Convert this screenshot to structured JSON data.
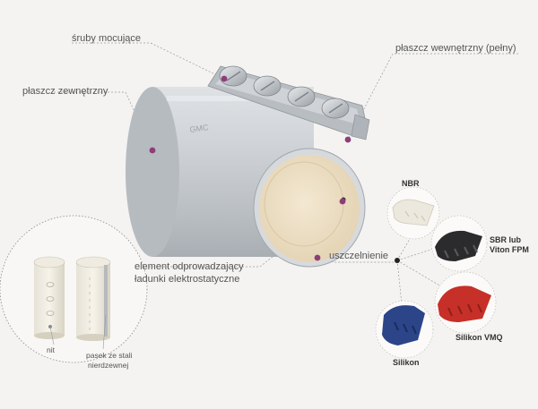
{
  "labels": {
    "screws": "śruby mocujące",
    "outer_shell": "płaszcz zewnętrzny",
    "inner_shell": "płaszcz wewnętrzny (pełny)",
    "element_line1": "element odprowadzający",
    "element_line2": "ładunki elektrostatyczne",
    "seal": "uszczelnienie",
    "rivet": "nit",
    "strip_line1": "pasek ze stali",
    "strip_line2": "nierdzewnej"
  },
  "materials": {
    "nbr": "NBR",
    "sbr_line1": "SBR lub",
    "sbr_line2": "Viton FPM",
    "silicone_vmq": "Silikon VMQ",
    "silicone": "Silikon"
  },
  "colors": {
    "marker": "#8e3d79",
    "nbr_seal": "#ece8dd",
    "sbr_seal": "#2b2b2d",
    "vmq_seal": "#c63028",
    "silicone_seal": "#2c4488",
    "body_metal": "#c9cdd1",
    "liner": "#ede0c6"
  }
}
